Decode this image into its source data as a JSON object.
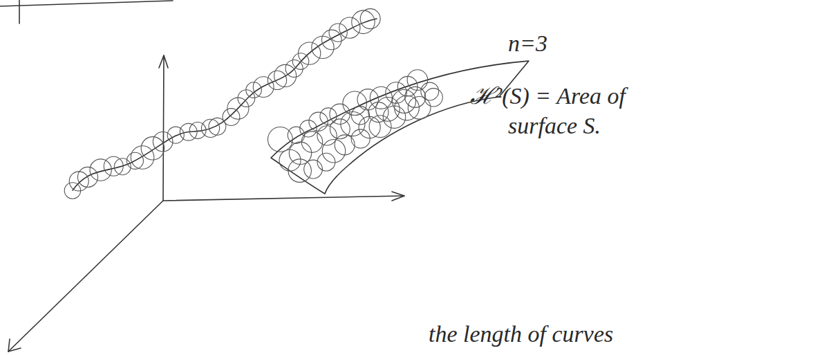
{
  "diagram": {
    "labels": [
      "n=3",
      "ℋ²(S) = Area of surface S.",
      "the length of curves"
    ]
  }
}
